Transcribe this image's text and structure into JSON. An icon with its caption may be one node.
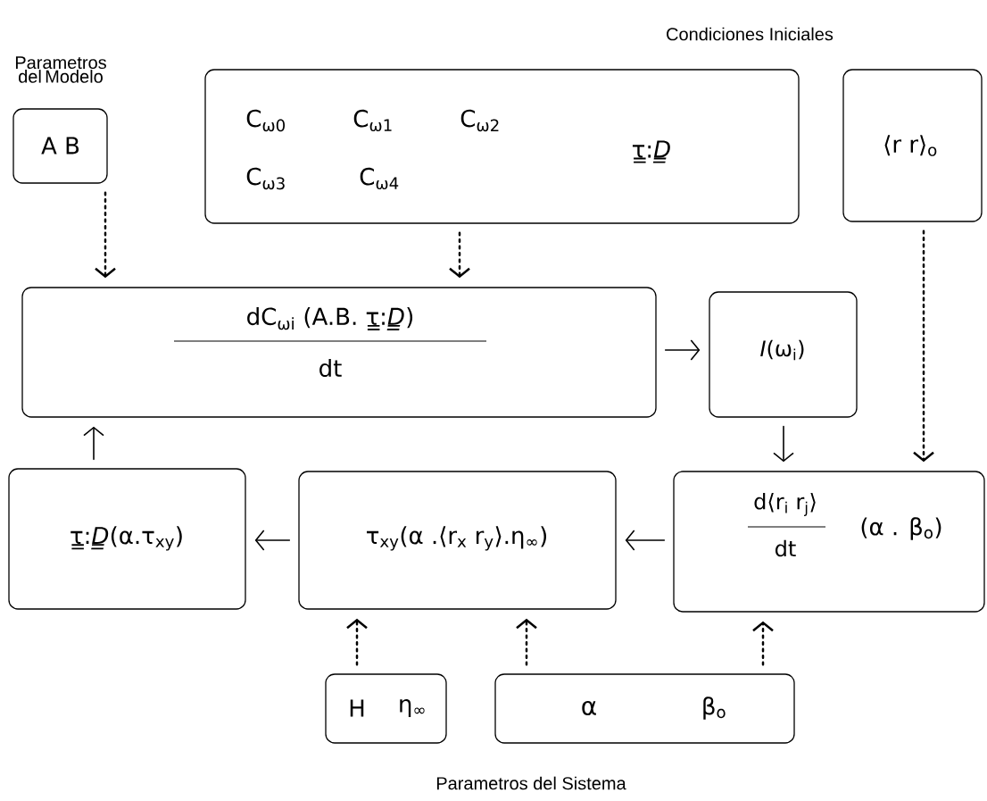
{
  "diagram": {
    "nodes": [
      {
        "text": [
          "Parametros del Modelo",
          "A B"
        ]
      },
      {
        "text": [
          "C$_{ω0}$",
          "C$_{ω1}$",
          "C$_{ω2}$",
          "C$_{ω3}$",
          "C$_{ω4}$",
          "τ̳:*D̳*"
        ]
      },
      {
        "text": [
          "⟨r r⟩$_{o}$"
        ]
      },
      {
        "text": [
          "dC$_{ωi}$ (A.B. τ̳:*D̳*)",
          "dt"
        ]
      },
      {
        "text": [
          "*I*(ω$_{i}$)"
        ]
      },
      {
        "text": [
          "τ̳:*D̳*(α.τ$_{xy}$)"
        ]
      },
      {
        "text": [
          "τ$_{xy}$(α .⟨r$_{x}$ r$_{y}$⟩.η$_{∞}$)"
        ]
      },
      {
        "text": [
          "d⟨r$_{i}$ r$_{j}$⟩",
          "dt",
          "(α . β$_{o}$)"
        ]
      },
      {
        "text": [
          "H",
          "η$_{∞}$"
        ]
      },
      {
        "text": [
          "α",
          "β$_{o}$"
        ]
      }
    ],
    "edges": [
      {
        "from": 0,
        "to": 3,
        "arrow": "to",
        "style": "dashed"
      },
      {
        "from": 1,
        "to": 3,
        "arrow": "to",
        "style": "dashed"
      },
      {
        "from": 2,
        "to": 7,
        "arrow": "to",
        "style": "dashed"
      },
      {
        "from": 3,
        "to": 4,
        "arrow": "to"
      },
      {
        "from": 4,
        "to": 7,
        "arrow": "to"
      },
      {
        "from": 7,
        "to": 6,
        "arrow": "to"
      },
      {
        "from": 6,
        "to": 5,
        "arrow": "to"
      },
      {
        "from": 5,
        "to": 3,
        "arrow": "to"
      },
      {
        "from": 8,
        "to": 6,
        "arrow": "to",
        "style": "dashed"
      },
      {
        "from": 9,
        "to": 6,
        "arrow": "to",
        "style": "dashed"
      },
      {
        "from": 9,
        "to": 7,
        "arrow": "to",
        "style": "dashed"
      }
    ],
    "labels": [
      "Condiciones Iniciales",
      "Parametros del Sistema"
    ]
  }
}
